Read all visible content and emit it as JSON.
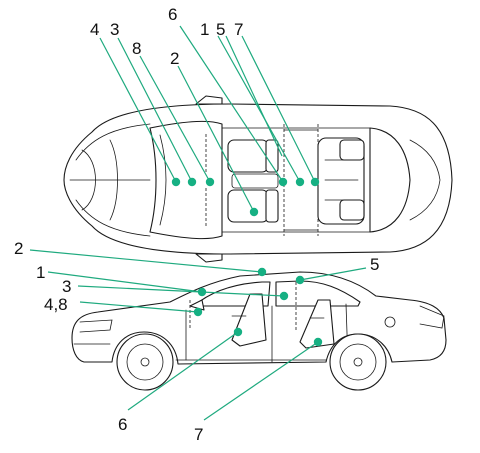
{
  "callouts": {
    "top_1": "1",
    "top_2": "2",
    "top_3": "3",
    "top_4": "4",
    "top_5": "5",
    "top_6": "6",
    "top_7": "7",
    "top_8": "8",
    "side_1": "1",
    "side_2": "2",
    "side_3": "3",
    "side_48": "4,8",
    "side_5": "5",
    "side_6": "6",
    "side_7": "7"
  },
  "colors": {
    "marker": "#16b083",
    "leader": "#1faa7f",
    "outline": "#1a1a1a"
  }
}
